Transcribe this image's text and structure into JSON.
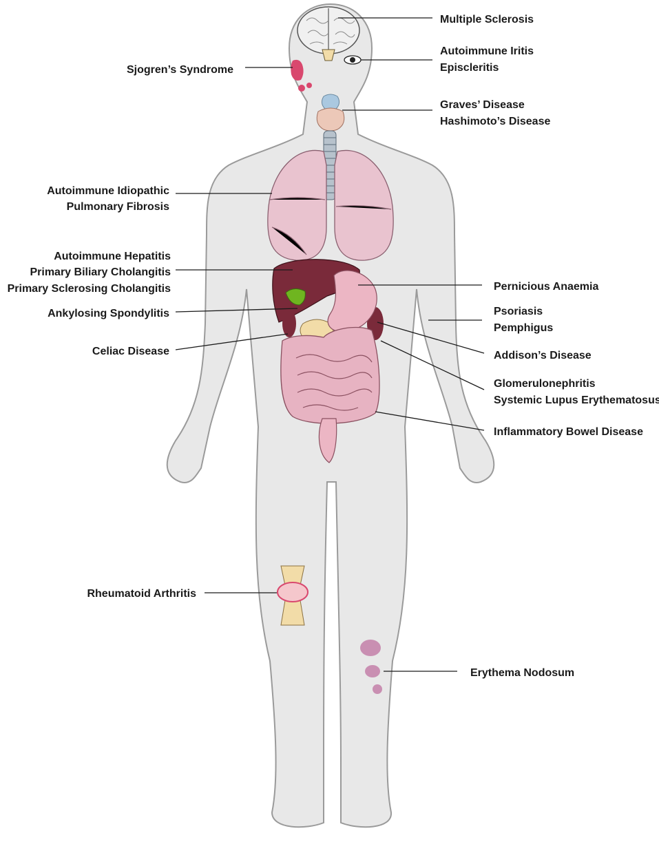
{
  "labels": {
    "multiple_sclerosis": "Multiple Sclerosis",
    "autoimmune_iritis": "Autoimmune Iritis",
    "episcleritis": "Episcleritis",
    "sjogrens": "Sjogren’s Syndrome",
    "graves": "Graves’ Disease",
    "hashimoto": "Hashimoto’s Disease",
    "ipf_line1": "Autoimmune Idiopathic",
    "ipf_line2": "Pulmonary Fibrosis",
    "autoimmune_hepatitis": "Autoimmune Hepatitis",
    "primary_biliary": "Primary Biliary Cholangitis",
    "primary_sclerosing": "Primary Sclerosing Cholangitis",
    "ankylosing": "Ankylosing Spondylitis",
    "celiac": "Celiac Disease",
    "pernicious": "Pernicious Anaemia",
    "psoriasis": "Psoriasis",
    "pemphigus": "Pemphigus",
    "addisons": "Addison’s Disease",
    "glomerulonephritis": "Glomerulonephritis",
    "sle": "Systemic Lupus Erythematosus",
    "ibd": "Inflammatory Bowel Disease",
    "rheumatoid": "Rheumatoid Arthritis",
    "erythema": "Erythema Nodosum"
  },
  "colors": {
    "body": "#e8e8e8",
    "lung": "#e9c3cf",
    "liver": "#7a2a3a",
    "gallbladder": "#6fb520",
    "stomach": "#ecb6c4",
    "intestine": "#e7b3c2",
    "thyroid": "#aac8e0",
    "salivary": "#d9486e",
    "bone": "#f2dca8",
    "lesion": "#c98fb2"
  }
}
